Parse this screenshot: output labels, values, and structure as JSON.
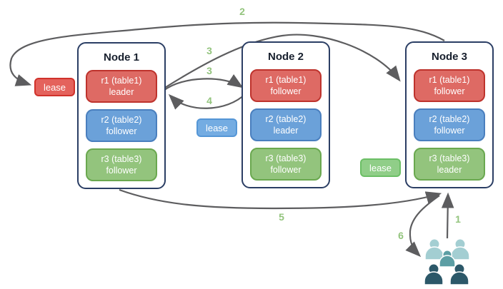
{
  "nodes": [
    {
      "title": "Node 1",
      "replicas": [
        {
          "name": "r1 (table1)",
          "role": "leader",
          "color": "red"
        },
        {
          "name": "r2 (table2)",
          "role": "follower",
          "color": "blue"
        },
        {
          "name": "r3 (table3)",
          "role": "follower",
          "color": "green"
        }
      ]
    },
    {
      "title": "Node 2",
      "replicas": [
        {
          "name": "r1 (table1)",
          "role": "follower",
          "color": "red"
        },
        {
          "name": "r2 (table2)",
          "role": "leader",
          "color": "blue"
        },
        {
          "name": "r3 (table3)",
          "role": "follower",
          "color": "green"
        }
      ]
    },
    {
      "title": "Node 3",
      "replicas": [
        {
          "name": "r1 (table1)",
          "role": "follower",
          "color": "red"
        },
        {
          "name": "r2 (table2)",
          "role": "follower",
          "color": "blue"
        },
        {
          "name": "r3 (table3)",
          "role": "leader",
          "color": "green"
        }
      ]
    }
  ],
  "leases": [
    {
      "text": "lease",
      "color": "red"
    },
    {
      "text": "lease",
      "color": "blue"
    },
    {
      "text": "lease",
      "color": "green"
    }
  ],
  "steps": {
    "s1": "1",
    "s2": "2",
    "s3a": "3",
    "s3b": "3",
    "s4": "4",
    "s5": "5",
    "s6": "6"
  },
  "icons": {
    "users": "users-group-icon"
  },
  "colors": {
    "replica_red_fill": "#de6a64",
    "replica_red_border": "#be332d",
    "replica_blue_fill": "#6ba1d9",
    "replica_blue_border": "#4a7fbe",
    "replica_green_fill": "#93c47d",
    "replica_green_border": "#6aa84f",
    "node_border": "#2b3e64",
    "arrow_gray": "#5d5d5f",
    "step_label_green": "#93c47d",
    "users_light_teal": "#a3ced2",
    "users_mid_teal": "#5c9ea4",
    "users_dark_teal": "#2c5869"
  }
}
